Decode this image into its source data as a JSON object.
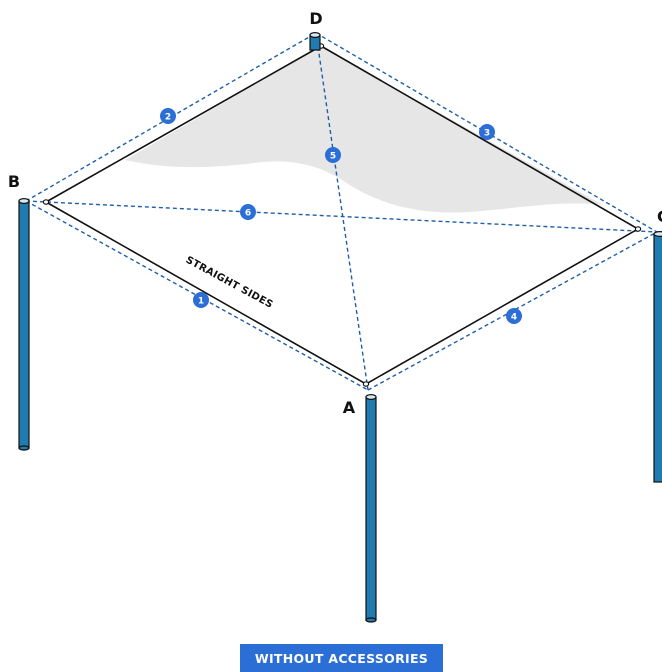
{
  "diagram": {
    "corners": {
      "a": "A",
      "b": "B",
      "c": "C",
      "d": "D"
    },
    "side_label": "STRAIGHT SIDES",
    "measurements": [
      "1",
      "2",
      "3",
      "4",
      "5",
      "6"
    ]
  },
  "footer": {
    "button_label": "WITHOUT ACCESSORIES"
  },
  "colors": {
    "post": "#1f7bb0",
    "post_dark": "#125377",
    "dashed_line": "#1f5fa8",
    "badge": "#2b6fd6",
    "shade": "#e6e6e6",
    "footer_bg": "#2b6fd6"
  }
}
